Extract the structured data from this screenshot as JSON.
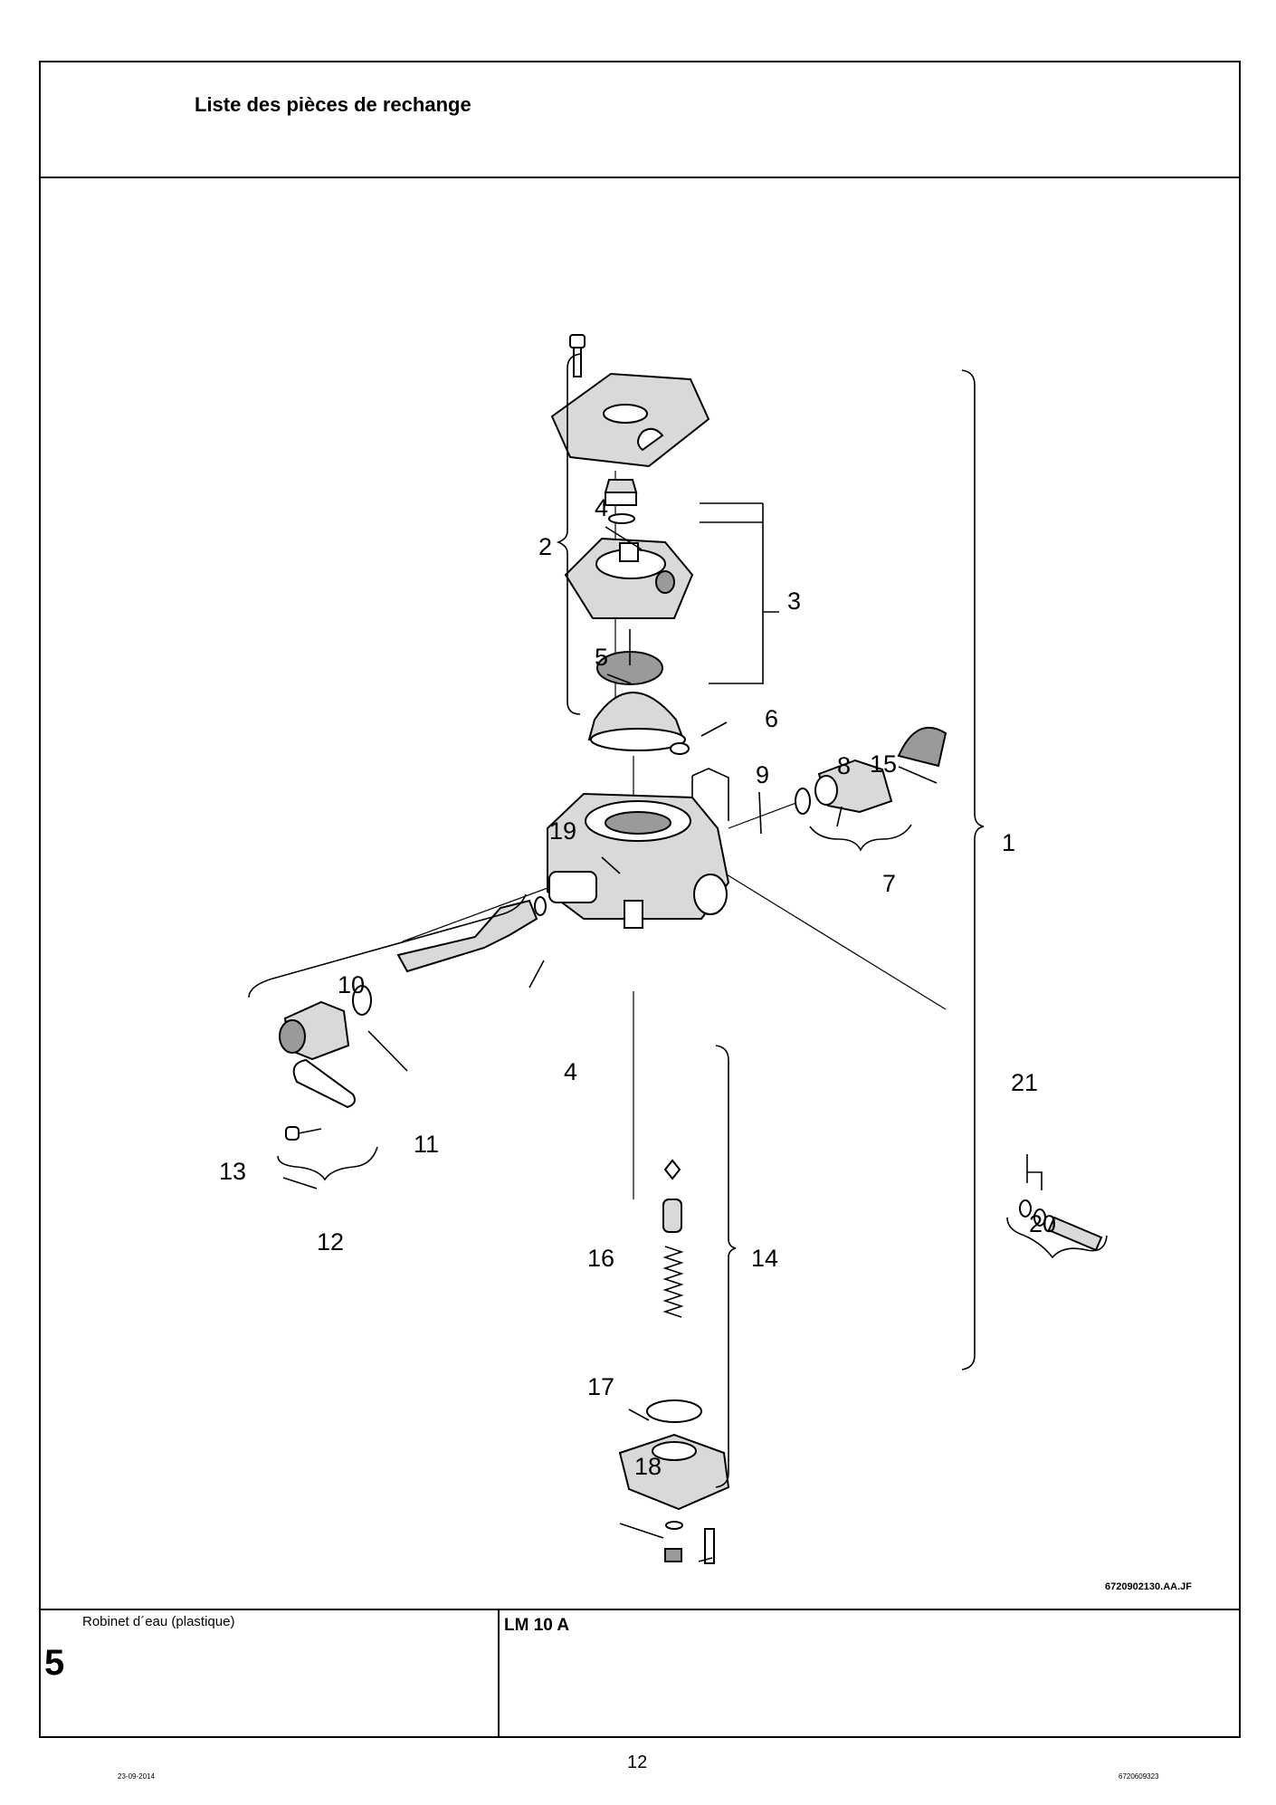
{
  "header": {
    "title": "Liste des pièces de rechange"
  },
  "figure": {
    "reference": "6720902130.AA.JF",
    "callouts": [
      "1",
      "2",
      "3",
      "4",
      "5",
      "6",
      "7",
      "8",
      "9",
      "10",
      "11",
      "12",
      "13",
      "14",
      "15",
      "16",
      "17",
      "18",
      "19",
      "20",
      "21",
      "4"
    ]
  },
  "footer": {
    "description": "Robinet d´eau (plastique)",
    "chapter": "5",
    "model": "LM 10 A"
  },
  "page": {
    "number": "12",
    "date": "23-09-2014",
    "document_number": "6720609323"
  }
}
